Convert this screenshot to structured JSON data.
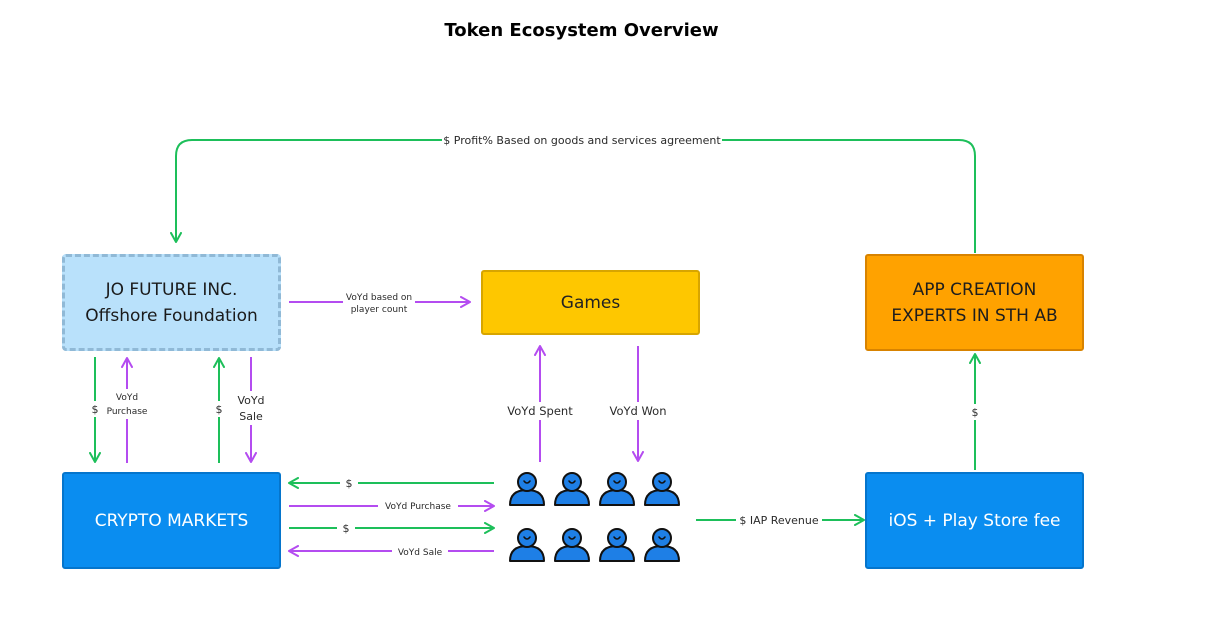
{
  "title": "Token Ecosystem Overview",
  "nodes": {
    "jo_future": "JO FUTURE INC.\nOffshore Foundation",
    "games": "Games",
    "app_creation": "APP CREATION\nEXPERTS IN STH AB",
    "crypto_markets": "CRYPTO MARKETS",
    "ios_play": "iOS + Play Store fee"
  },
  "edges": {
    "profit": "$ Profit% Based on goods and services agreement",
    "voyd_player_count_1": "VoYd based on",
    "voyd_player_count_2": "player count",
    "jo_to_crypto_dollar": "$",
    "crypto_to_jo_voyd_purchase_1": "VoYd",
    "crypto_to_jo_voyd_purchase_2": "Purchase",
    "crypto_to_jo_dollar": "$",
    "jo_to_crypto_voyd_sale_1": "VoYd",
    "jo_to_crypto_voyd_sale_2": "Sale",
    "voyd_spent": "VoYd Spent",
    "voyd_won": "VoYd Won",
    "ios_to_app_dollar": "$",
    "players_to_crypto_dollar": "$",
    "crypto_to_players_voyd_purchase": "VoYd Purchase",
    "crypto_to_players_dollar": "$",
    "players_to_crypto_voyd_sale": "VoYd Sale",
    "iap_revenue": "$ IAP Revenue"
  },
  "colors": {
    "green_arrow": "#1dbf5a",
    "purple_arrow": "#b44cf0",
    "player_icon": "#1e7fe6"
  },
  "players": {
    "icon": "person-icon",
    "count": 8
  }
}
